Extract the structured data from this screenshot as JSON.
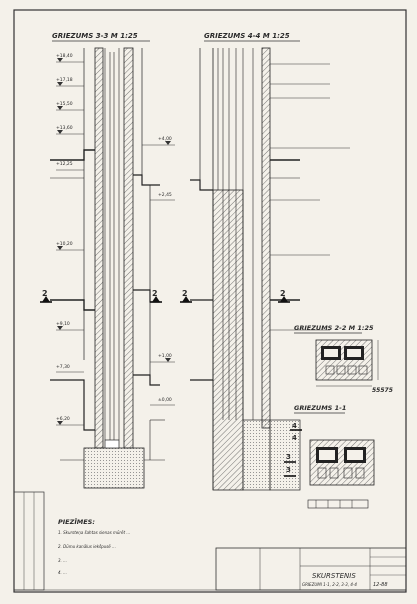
{
  "section_3_3": "GRIEZUMS 3-3 M 1:25",
  "section_4_4": "GRIEZUMS 4-4 M 1:25",
  "section_2_2": "GRIEZUMS 2-2 M 1:25",
  "section_1_1": "GRIEZUMS 1-1",
  "cut_marks": [
    "2",
    "2",
    "2",
    "2",
    "3",
    "3",
    "4",
    "4"
  ],
  "elevations_left": [
    "+18,40",
    "+17,18",
    "+15,50",
    "+13,60",
    "+12,25",
    "+10,20",
    "+9,10",
    "+7,30",
    "+6,20",
    "+4,00",
    "+2,45",
    "+1,00",
    "±0,00"
  ],
  "notes_title": "PIEZĪMES:",
  "notes": [
    "1. Skursteņa šahtas sienas mūrēt ...",
    "2. Dūmu kanālus iekšpusē ...",
    "3. ...",
    "4. ..."
  ],
  "title_block": {
    "sheet_title": "SKURSTENIS",
    "sheet_subtitle": "GRIEZUMI 1-1, 2-2, 3-3, 4-4",
    "drawing_number": "55575",
    "sheet_no": "12-88"
  },
  "colors": {
    "paper": "#f4f1ea",
    "ink": "#2a2a2a",
    "hatch": "#555555"
  }
}
